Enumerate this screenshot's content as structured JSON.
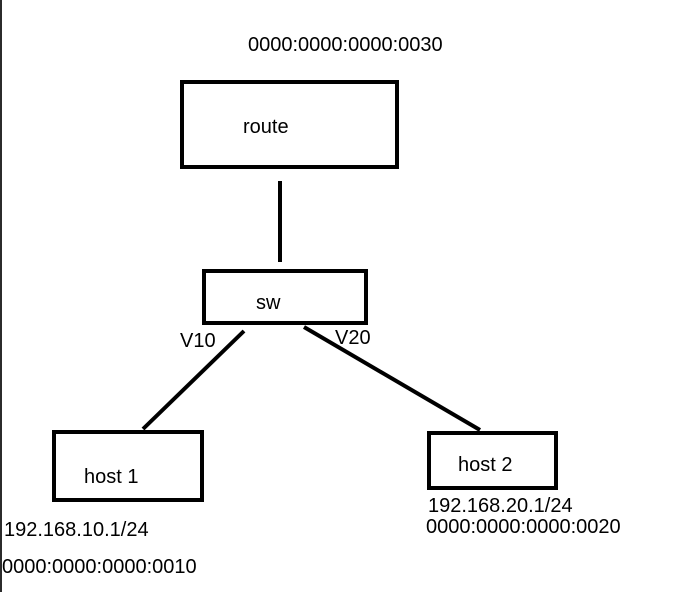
{
  "router": {
    "label": "route",
    "mac": "0000:0000:0000:0030"
  },
  "switch": {
    "label": "sw",
    "vlan_left": "V10",
    "vlan_right": "V20"
  },
  "host1": {
    "label": "host 1",
    "ip": "192.168.10.1/24",
    "mac": "0000:0000:0000:0010"
  },
  "host2": {
    "label": "host 2",
    "ip": "192.168.20.1/24",
    "mac": "0000:0000:0000:0020"
  },
  "colors": {
    "line": "#000000",
    "background": "#ffffff"
  }
}
